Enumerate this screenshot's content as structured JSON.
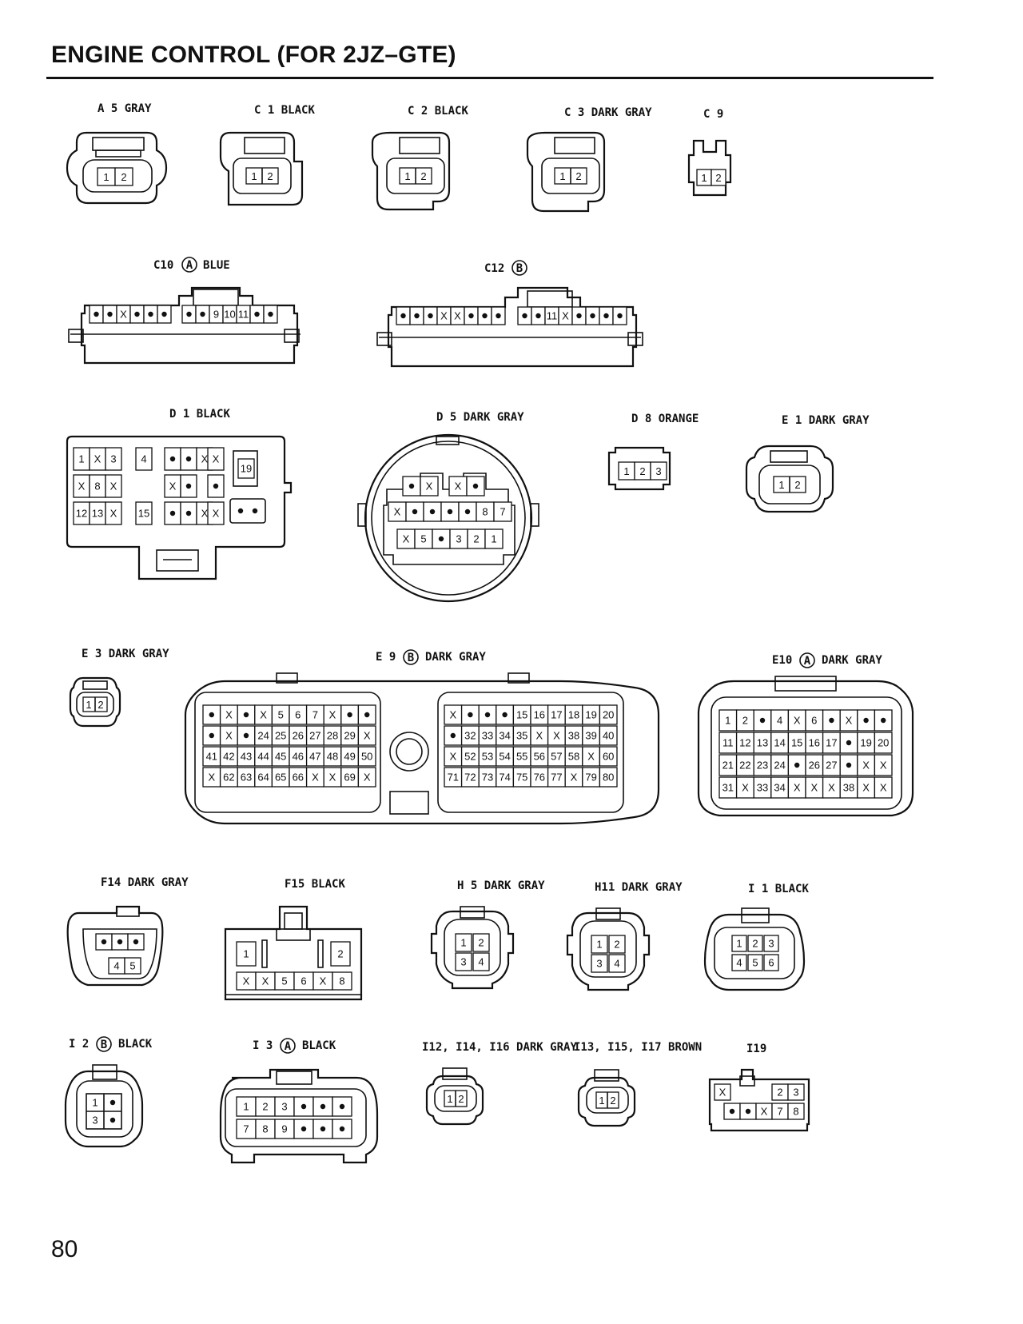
{
  "page": {
    "title": "ENGINE CONTROL (FOR 2JZ–GTE)",
    "page_number": "80"
  },
  "connectors": {
    "a5": {
      "code": "A 5",
      "color": "GRAY",
      "pins": [
        [
          "1",
          "2"
        ]
      ]
    },
    "c1": {
      "code": "C 1",
      "color": "BLACK",
      "pins": [
        [
          "1",
          "2"
        ]
      ]
    },
    "c2": {
      "code": "C 2",
      "color": "BLACK",
      "pins": [
        [
          "1",
          "2"
        ]
      ]
    },
    "c3": {
      "code": "C 3",
      "color": "DARK GRAY",
      "pins": [
        [
          "1",
          "2"
        ]
      ]
    },
    "c9": {
      "code": "C 9",
      "color": "",
      "pins": [
        [
          "1",
          "2"
        ]
      ]
    },
    "c10": {
      "code": "C10",
      "variant": "A",
      "color": "BLUE",
      "pins": [
        [
          "•",
          "•",
          "X",
          "•",
          "•",
          "•"
        ],
        [
          "•",
          "•",
          "9",
          "10",
          "11",
          "•",
          "•"
        ]
      ]
    },
    "c12": {
      "code": "C12",
      "variant": "B",
      "color": "",
      "pins": [
        [
          "•",
          "•",
          "•",
          "X",
          "X",
          "•",
          "•",
          "•"
        ],
        [
          "•",
          "•",
          "11",
          "X",
          "•",
          "•",
          "•",
          "•"
        ]
      ]
    },
    "d1": {
      "code": "D 1",
      "color": "BLACK",
      "pins": [
        [
          "1",
          "X",
          "3"
        ],
        [
          "X",
          "8",
          "X"
        ],
        [
          "12",
          "13",
          "X"
        ],
        [
          "4"
        ],
        [
          "15"
        ],
        [
          "•",
          "•",
          "X"
        ],
        [
          "X",
          "•"
        ],
        [
          "•",
          "•",
          "X"
        ],
        [
          "X"
        ],
        [
          "•"
        ],
        [
          "X"
        ],
        [
          "19"
        ],
        [
          "•",
          "•"
        ]
      ]
    },
    "d5": {
      "code": "D 5",
      "color": "DARK GRAY",
      "pins": [
        [
          "•",
          "X"
        ],
        [
          "X",
          "•"
        ],
        [
          "X",
          "•",
          "•",
          "•",
          "•",
          "8",
          "7"
        ],
        [
          "X",
          "5",
          "•",
          "3",
          "2",
          "1"
        ]
      ]
    },
    "d8": {
      "code": "D 8",
      "color": "ORANGE",
      "pins": [
        [
          "1",
          "2",
          "3"
        ]
      ]
    },
    "e1": {
      "code": "E 1",
      "color": "DARK GRAY",
      "pins": [
        [
          "1",
          "2"
        ]
      ]
    },
    "e3": {
      "code": "E 3",
      "color": "DARK GRAY",
      "pins": [
        [
          "1",
          "2"
        ]
      ]
    },
    "e9": {
      "code": "E 9",
      "variant": "B",
      "color": "DARK GRAY",
      "left_rows": [
        [
          "•",
          "X",
          "•",
          "X",
          "5",
          "6",
          "7",
          "X",
          "•",
          "•"
        ],
        [
          "•",
          "X",
          "•",
          "24",
          "25",
          "26",
          "27",
          "28",
          "29",
          "X"
        ],
        [
          "41",
          "42",
          "43",
          "44",
          "45",
          "46",
          "47",
          "48",
          "49",
          "50"
        ],
        [
          "X",
          "62",
          "63",
          "64",
          "65",
          "66",
          "X",
          "X",
          "69",
          "X"
        ]
      ],
      "right_rows": [
        [
          "X",
          "•",
          "•",
          "•",
          "15",
          "16",
          "17",
          "18",
          "19",
          "20"
        ],
        [
          "•",
          "32",
          "33",
          "34",
          "35",
          "X",
          "X",
          "38",
          "39",
          "40"
        ],
        [
          "X",
          "52",
          "53",
          "54",
          "55",
          "56",
          "57",
          "58",
          "X",
          "60"
        ],
        [
          "71",
          "72",
          "73",
          "74",
          "75",
          "76",
          "77",
          "X",
          "79",
          "80"
        ]
      ]
    },
    "e10": {
      "code": "E10",
      "variant": "A",
      "color": "DARK GRAY",
      "rows": [
        [
          "1",
          "2",
          "•",
          "4",
          "X",
          "6",
          "•",
          "X",
          "•",
          "•"
        ],
        [
          "11",
          "12",
          "13",
          "14",
          "15",
          "16",
          "17",
          "•",
          "19",
          "20"
        ],
        [
          "21",
          "22",
          "23",
          "24",
          "•",
          "26",
          "27",
          "•",
          "X",
          "X"
        ],
        [
          "31",
          "X",
          "33",
          "34",
          "X",
          "X",
          "X",
          "38",
          "X",
          "X"
        ]
      ]
    },
    "f14": {
      "code": "F14",
      "color": "DARK GRAY",
      "pins": [
        [
          "•",
          "•",
          "•"
        ],
        [
          "4",
          "5"
        ]
      ]
    },
    "f15": {
      "code": "F15",
      "color": "BLACK",
      "pins": [
        [
          "1",
          "2"
        ],
        [
          "X",
          "X",
          "5",
          "6",
          "X",
          "8"
        ]
      ]
    },
    "h5": {
      "code": "H 5",
      "color": "DARK GRAY",
      "pins": [
        [
          "1",
          "2"
        ],
        [
          "3",
          "4"
        ]
      ]
    },
    "h11": {
      "code": "H11",
      "color": "DARK GRAY",
      "pins": [
        [
          "1",
          "2"
        ],
        [
          "3",
          "4"
        ]
      ]
    },
    "i1": {
      "code": "I 1",
      "color": "BLACK",
      "pins": [
        [
          "1",
          "2",
          "3"
        ],
        [
          "4",
          "5",
          "6"
        ]
      ]
    },
    "i2": {
      "code": "I 2",
      "variant": "B",
      "color": "BLACK",
      "pins": [
        [
          "1",
          "•"
        ],
        [
          "3",
          "•"
        ]
      ]
    },
    "i3": {
      "code": "I 3",
      "variant": "A",
      "color": "BLACK",
      "pins": [
        [
          "1",
          "2",
          "3",
          "•",
          "•",
          "•"
        ],
        [
          "7",
          "8",
          "9",
          "•",
          "•",
          "•"
        ]
      ]
    },
    "i12": {
      "code": "I12, I14, I16",
      "color": "DARK GRAY",
      "pins": [
        [
          "1",
          "2"
        ]
      ]
    },
    "i13": {
      "code": "I13, I15, I17",
      "color": "BROWN",
      "pins": [
        [
          "1",
          "2"
        ]
      ]
    },
    "i19": {
      "code": "I19",
      "color": "",
      "pins": [
        [
          "X",
          "2",
          "3"
        ],
        [
          "•",
          "•",
          "X",
          "7",
          "8"
        ]
      ]
    }
  }
}
